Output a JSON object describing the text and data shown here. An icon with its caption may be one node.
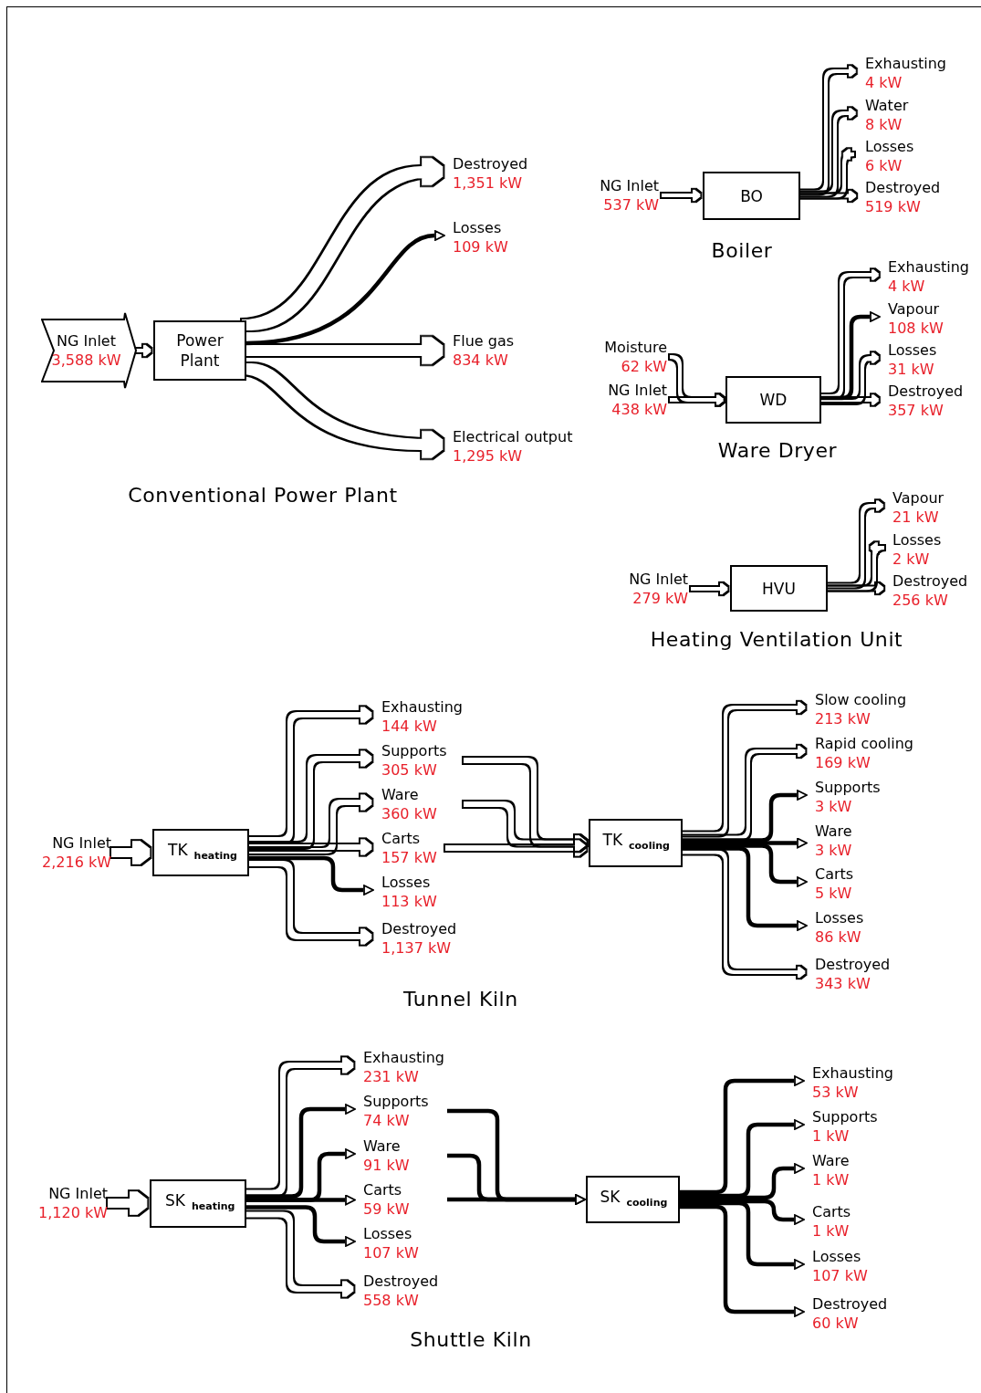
{
  "diagram": {
    "nodes": [
      {
        "text": [
          "NG Inlet",
          "3,588 kW"
        ]
      },
      {
        "text": [
          "Power Plant"
        ]
      },
      {
        "text": [
          "Destroyed",
          "1,351 kW"
        ]
      },
      {
        "text": [
          "Losses",
          "109 kW"
        ]
      },
      {
        "text": [
          "Flue gas",
          "834 kW"
        ]
      },
      {
        "text": [
          "Electrical output",
          "1,295 kW"
        ]
      },
      {
        "text": [
          "NG Inlet",
          "537 kW"
        ]
      },
      {
        "text": [
          "BO"
        ],
        "beside": [
          "Boiler"
        ]
      },
      {
        "text": [
          "Exhausting",
          "4 kW"
        ]
      },
      {
        "text": [
          "Water",
          "8 kW"
        ]
      },
      {
        "text": [
          "Losses",
          "6 kW"
        ]
      },
      {
        "text": [
          "Destroyed",
          "519 kW"
        ]
      },
      {
        "text": [
          "Moisture",
          "62 kW"
        ]
      },
      {
        "text": [
          "NG Inlet",
          "438 kW"
        ]
      },
      {
        "text": [
          "WD"
        ],
        "beside": [
          "Ware Dryer"
        ]
      },
      {
        "text": [
          "Exhausting",
          "4 kW"
        ]
      },
      {
        "text": [
          "Vapour",
          "108 kW"
        ]
      },
      {
        "text": [
          "Losses",
          "31 kW"
        ]
      },
      {
        "text": [
          "Destroyed",
          "357 kW"
        ]
      },
      {
        "text": [
          "NG Inlet",
          "279 kW"
        ]
      },
      {
        "text": [
          "HVU"
        ],
        "beside": [
          "Heating Ventilation Unit"
        ]
      },
      {
        "text": [
          "Vapour",
          "21 kW"
        ]
      },
      {
        "text": [
          "Losses",
          "2 kW"
        ]
      },
      {
        "text": [
          "Destroyed",
          "256 kW"
        ]
      },
      {
        "text": [
          "NG Inlet",
          "2,216 kW"
        ]
      },
      {
        "text": [
          "TK$_{heating}$"
        ]
      },
      {
        "text": [
          "Exhausting",
          "144 kW"
        ]
      },
      {
        "text": [
          "Supports",
          "305 kW"
        ]
      },
      {
        "text": [
          "Ware",
          "360 kW"
        ]
      },
      {
        "text": [
          "Carts",
          "157 kW"
        ]
      },
      {
        "text": [
          "Losses",
          "113 kW"
        ]
      },
      {
        "text": [
          "Destroyed",
          "1,137 kW"
        ]
      },
      {
        "text": [
          "TK$_{cooling}$"
        ]
      },
      {
        "text": [
          "Slow cooling",
          "213 kW"
        ]
      },
      {
        "text": [
          "Rapid cooling",
          "169 kW"
        ]
      },
      {
        "text": [
          "Supports",
          "3 kW"
        ]
      },
      {
        "text": [
          "Ware",
          "3 kW"
        ]
      },
      {
        "text": [
          "Carts",
          "5 kW"
        ]
      },
      {
        "text": [
          "Losses",
          "86 kW"
        ]
      },
      {
        "text": [
          "Destroyed",
          "343 kW"
        ]
      },
      {
        "text": [
          "NG Inlet",
          "1,120 kW"
        ]
      },
      {
        "text": [
          "SK$_{heating}$"
        ]
      },
      {
        "text": [
          "Exhausting",
          "231 kW"
        ]
      },
      {
        "text": [
          "Supports",
          "74 kW"
        ]
      },
      {
        "text": [
          "Ware",
          "91 kW"
        ]
      },
      {
        "text": [
          "Carts",
          "59 kW"
        ]
      },
      {
        "text": [
          "Losses",
          "107 kW"
        ]
      },
      {
        "text": [
          "Destroyed",
          "558 kW"
        ]
      },
      {
        "text": [
          "SK$_{cooling}$"
        ]
      },
      {
        "text": [
          "Exhausting",
          "53 kW"
        ]
      },
      {
        "text": [
          "Supports",
          "1 kW"
        ]
      },
      {
        "text": [
          "Ware",
          "1 kW"
        ]
      },
      {
        "text": [
          "Carts",
          "1 kW"
        ]
      },
      {
        "text": [
          "Losses",
          "107 kW"
        ]
      },
      {
        "text": [
          "Destroyed",
          "60 kW"
        ]
      }
    ],
    "edges": [
      {
        "from": 0,
        "to": 1,
        "arrow": "to"
      },
      {
        "from": 1,
        "to": 2,
        "arrow": "to"
      },
      {
        "from": 1,
        "to": 3,
        "arrow": "to",
        "style": "thick"
      },
      {
        "from": 1,
        "to": 4,
        "arrow": "to"
      },
      {
        "from": 1,
        "to": 5,
        "arrow": "to"
      },
      {
        "from": 6,
        "to": 7,
        "arrow": "to"
      },
      {
        "from": 7,
        "to": 8,
        "arrow": "to"
      },
      {
        "from": 7,
        "to": 9,
        "arrow": "to"
      },
      {
        "from": 7,
        "to": 10,
        "arrow": "to"
      },
      {
        "from": 7,
        "to": 11,
        "arrow": "to"
      },
      {
        "from": 12,
        "to": 14,
        "arrow": "to"
      },
      {
        "from": 13,
        "to": 14,
        "arrow": "to"
      },
      {
        "from": 14,
        "to": 15,
        "arrow": "to"
      },
      {
        "from": 14,
        "to": 16,
        "arrow": "to",
        "style": "thick"
      },
      {
        "from": 14,
        "to": 17,
        "arrow": "to"
      },
      {
        "from": 14,
        "to": 18,
        "arrow": "to"
      },
      {
        "from": 19,
        "to": 20,
        "arrow": "to"
      },
      {
        "from": 20,
        "to": 21,
        "arrow": "to"
      },
      {
        "from": 20,
        "to": 22,
        "arrow": "to"
      },
      {
        "from": 20,
        "to": 23,
        "arrow": "to"
      },
      {
        "from": 24,
        "to": 25,
        "arrow": "to"
      },
      {
        "from": 25,
        "to": 26,
        "arrow": "to"
      },
      {
        "from": 25,
        "to": 27,
        "arrow": "to"
      },
      {
        "from": 25,
        "to": 28,
        "arrow": "to"
      },
      {
        "from": 25,
        "to": 29,
        "arrow": "to"
      },
      {
        "from": 25,
        "to": 30,
        "arrow": "to",
        "style": "thick"
      },
      {
        "from": 25,
        "to": 31,
        "arrow": "to"
      },
      {
        "from": 27,
        "to": 32,
        "arrow": "to"
      },
      {
        "from": 28,
        "to": 32,
        "arrow": "to"
      },
      {
        "from": 29,
        "to": 32,
        "arrow": "to"
      },
      {
        "from": 32,
        "to": 33,
        "arrow": "to"
      },
      {
        "from": 32,
        "to": 34,
        "arrow": "to"
      },
      {
        "from": 32,
        "to": 35,
        "arrow": "to",
        "style": "thick"
      },
      {
        "from": 32,
        "to": 36,
        "arrow": "to",
        "style": "thick"
      },
      {
        "from": 32,
        "to": 37,
        "arrow": "to",
        "style": "thick"
      },
      {
        "from": 32,
        "to": 38,
        "arrow": "to",
        "style": "thick"
      },
      {
        "from": 32,
        "to": 39,
        "arrow": "to"
      },
      {
        "from": 40,
        "to": 41,
        "arrow": "to"
      },
      {
        "from": 41,
        "to": 42,
        "arrow": "to"
      },
      {
        "from": 41,
        "to": 43,
        "arrow": "to",
        "style": "thick"
      },
      {
        "from": 41,
        "to": 44,
        "arrow": "to",
        "style": "thick"
      },
      {
        "from": 41,
        "to": 45,
        "arrow": "to",
        "style": "thick"
      },
      {
        "from": 41,
        "to": 46,
        "arrow": "to",
        "style": "thick"
      },
      {
        "from": 41,
        "to": 47,
        "arrow": "to"
      },
      {
        "from": 43,
        "to": 48,
        "arrow": "to",
        "style": "thick"
      },
      {
        "from": 44,
        "to": 48,
        "arrow": "to",
        "style": "thick"
      },
      {
        "from": 45,
        "to": 48,
        "arrow": "to",
        "style": "thick"
      },
      {
        "from": 48,
        "to": 49,
        "arrow": "to",
        "style": "thick"
      },
      {
        "from": 48,
        "to": 50,
        "arrow": "to",
        "style": "thick"
      },
      {
        "from": 48,
        "to": 51,
        "arrow": "to",
        "style": "thick"
      },
      {
        "from": 48,
        "to": 52,
        "arrow": "to",
        "style": "thick"
      },
      {
        "from": 48,
        "to": 53,
        "arrow": "to",
        "style": "thick"
      },
      {
        "from": 48,
        "to": 54,
        "arrow": "to",
        "style": "thick"
      }
    ],
    "labels": [
      "Conventional Power Plant",
      "Tunnel Kiln",
      "Shuttle Kiln"
    ]
  }
}
